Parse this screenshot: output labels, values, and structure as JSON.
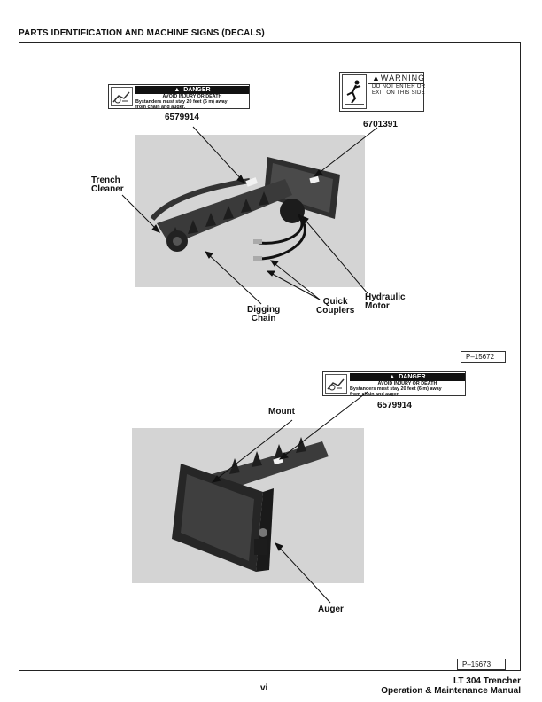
{
  "page": {
    "title": "PARTS IDENTIFICATION AND MACHINE SIGNS (DECALS)",
    "page_number": "vi",
    "footer_line1": "LT 304 Trencher",
    "footer_line2": "Operation & Maintenance Manual"
  },
  "figure1": {
    "danger_decal": {
      "header": "DANGER",
      "line1": "AVOID INJURY OR DEATH",
      "line2": "Bystanders must stay 20 feet (6 m) away",
      "line3": "from chain and auger.",
      "part_number": "6579914"
    },
    "warning_decal": {
      "header": "WARNING",
      "line1": "DO NOT ENTER OR",
      "line2": "EXIT ON THIS SIDE",
      "part_number": "6701391"
    },
    "labels": {
      "trench_cleaner_1": "Trench",
      "trench_cleaner_2": "Cleaner",
      "digging_chain_1": "Digging",
      "digging_chain_2": "Chain",
      "quick_couplers_1": "Quick",
      "quick_couplers_2": "Couplers",
      "hydraulic_motor_1": "Hydraulic",
      "hydraulic_motor_2": "Motor"
    },
    "figure_id": "P–15672"
  },
  "figure2": {
    "danger_decal": {
      "header": "DANGER",
      "line1": "AVOID INJURY OR DEATH",
      "line2": "Bystanders must stay 20 feet (6 m) away",
      "line3": "from chain and auger.",
      "part_number": "6579914"
    },
    "labels": {
      "mount": "Mount",
      "auger": "Auger"
    },
    "figure_id": "P–15673"
  },
  "icons": [
    "danger-triangle-icon",
    "warning-triangle-icon",
    "falling-person-icon",
    "hand-entanglement-icon"
  ]
}
